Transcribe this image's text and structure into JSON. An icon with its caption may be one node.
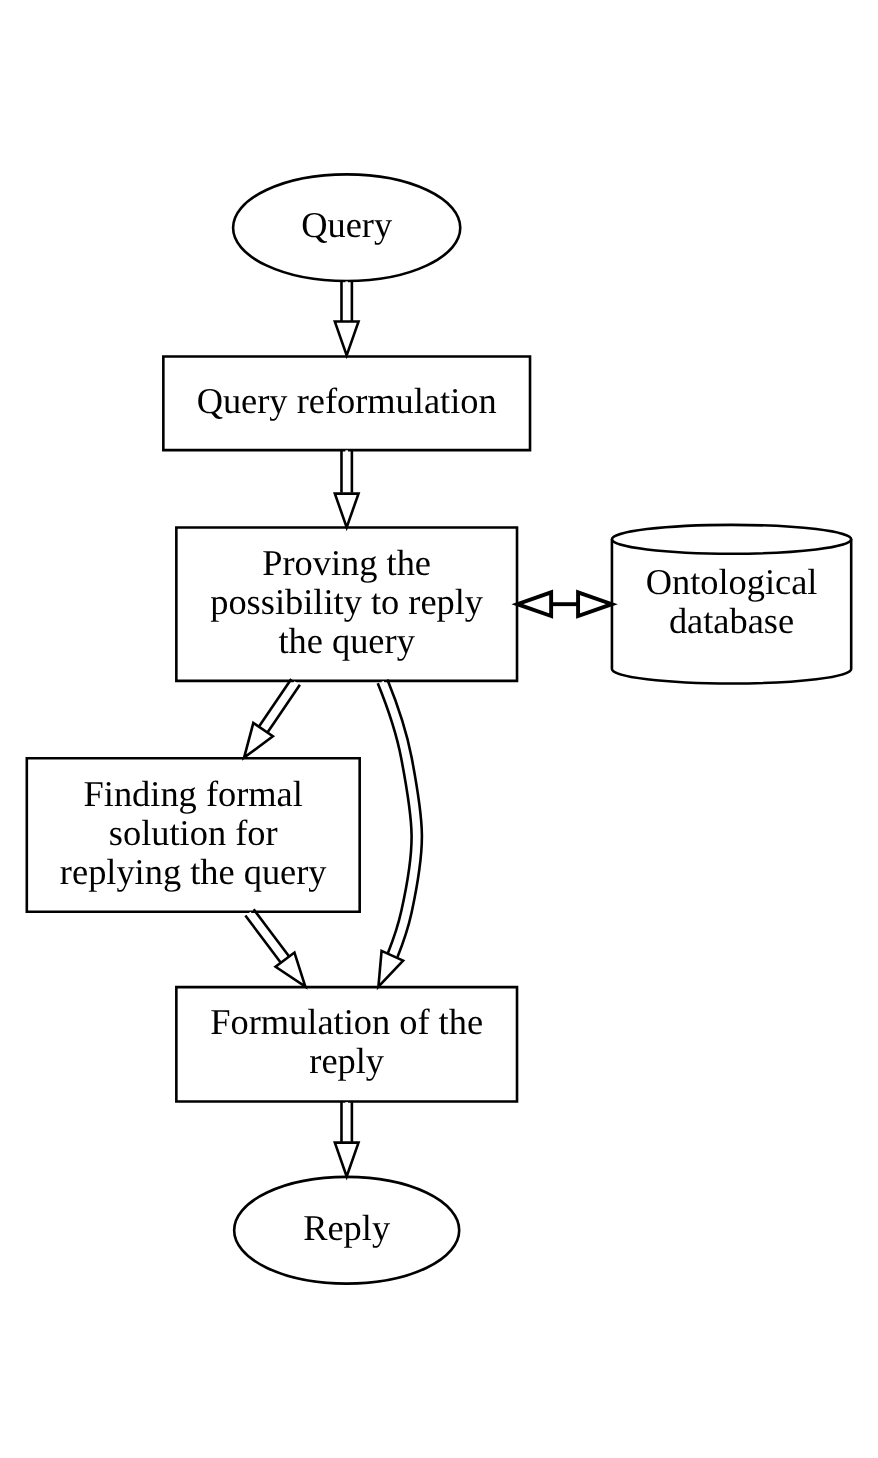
{
  "diagram": {
    "nodes": [
      {
        "text": [
          "Query"
        ]
      },
      {
        "text": [
          "Query reformulation"
        ]
      },
      {
        "text": [
          "Proving the possibility to reply the query"
        ]
      },
      {
        "text": [
          "Ontological database"
        ]
      },
      {
        "text": [
          "Finding formal solution for replying the query"
        ]
      },
      {
        "text": [
          "Formulation of the reply"
        ]
      },
      {
        "text": [
          "Reply"
        ]
      }
    ],
    "edges": [
      {
        "from": 0,
        "to": 1,
        "arrow": "to"
      },
      {
        "from": 1,
        "to": 2,
        "arrow": "to"
      },
      {
        "from": 2,
        "to": 3,
        "arrow": "both"
      },
      {
        "from": 2,
        "to": 4,
        "arrow": "to"
      },
      {
        "from": 2,
        "to": 5,
        "arrow": "to"
      },
      {
        "from": 4,
        "to": 5,
        "arrow": "to"
      },
      {
        "from": 5,
        "to": 6,
        "arrow": "to"
      }
    ]
  }
}
